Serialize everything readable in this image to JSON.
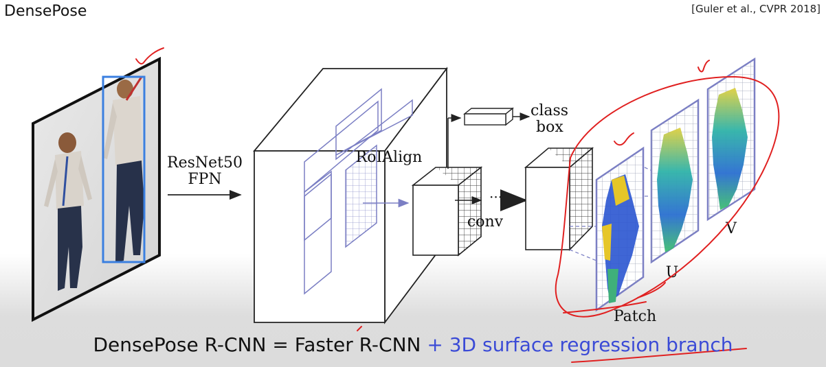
{
  "slide": {
    "title": "DensePose",
    "citation": "[Guler et al., CVPR 2018]",
    "caption": {
      "prefix": "DensePose R-CNN = Faster R-CNN ",
      "accent": "+ 3D surface regression branch"
    }
  },
  "diagram": {
    "backbone_label_line1": "ResNet50",
    "backbone_label_line2": "FPN",
    "roialign_label": "RoIAlign",
    "conv_label": "conv",
    "ellipsis_label": "···",
    "head_label_line1": "class",
    "head_label_line2": "box",
    "output_labels": [
      "Patch",
      "U",
      "V"
    ]
  },
  "colors": {
    "accent_blue": "#3b4bd6",
    "annotation_red": "#e02020",
    "feature_box_blue": "#7b7fc4"
  }
}
